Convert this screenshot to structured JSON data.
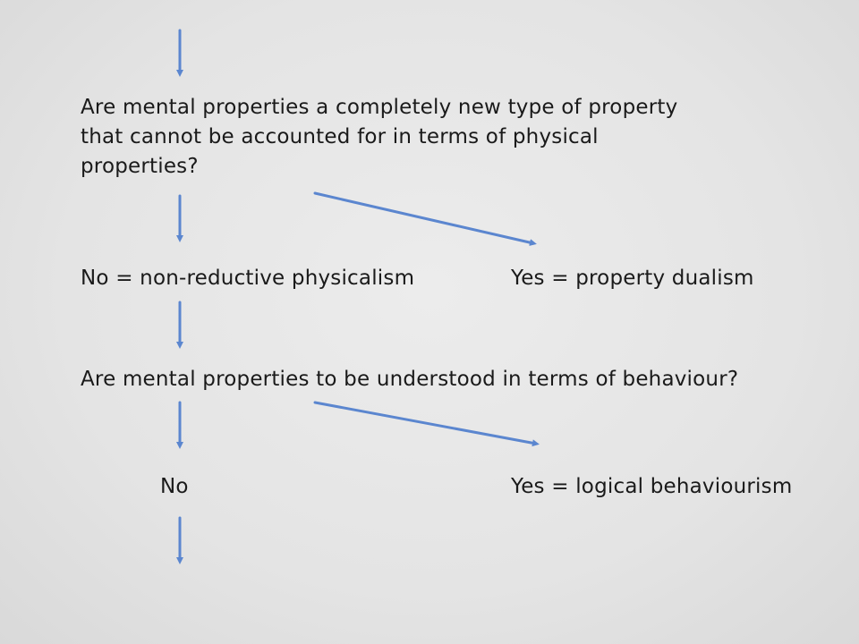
{
  "colors": {
    "arrow": "#5b86cf",
    "background": "#e6e6e6",
    "text": "#1a1a1a"
  },
  "question1": {
    "line1": "Are mental properties a completely new type of property",
    "line2": "that cannot be accounted for in terms of physical",
    "line3": "properties?"
  },
  "answer1_no": "No = non-reductive physicalism",
  "answer1_yes": "Yes = property dualism",
  "question2": "Are mental properties to be understood in terms of behaviour?",
  "answer2_no": "No",
  "answer2_yes": "Yes = logical behaviourism"
}
